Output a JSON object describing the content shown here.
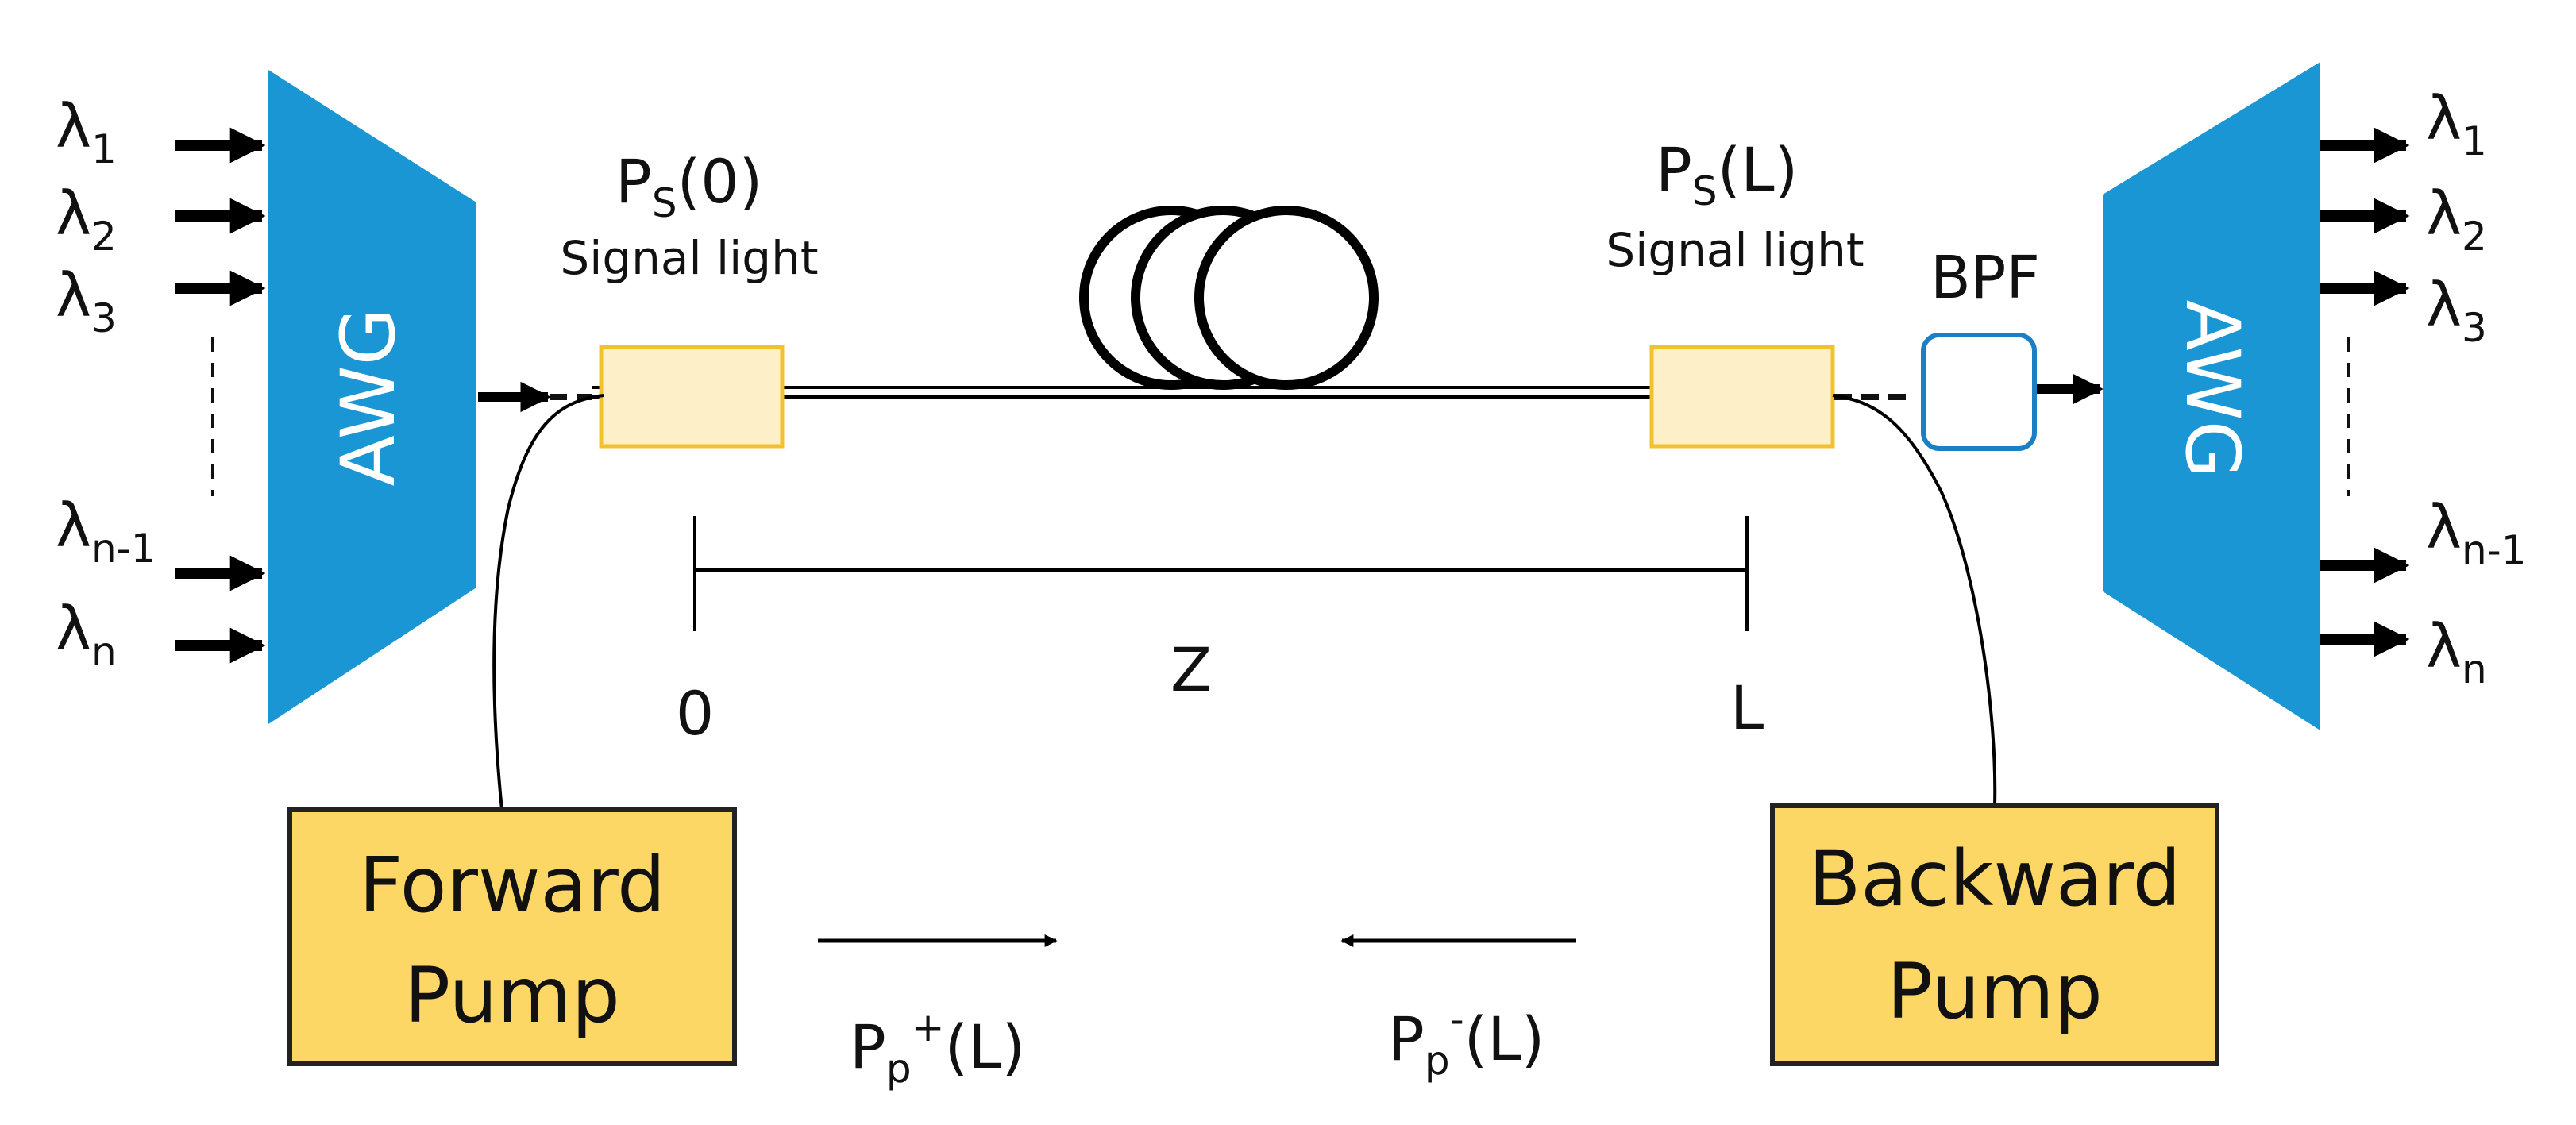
{
  "labels": {
    "lambda": "λ",
    "sub_1": "1",
    "sub_2": "2",
    "sub_3": "3",
    "sub_n_minus_1": "n-1",
    "sub_n": "n",
    "awg": "AWG",
    "p": "P",
    "sub_s": "S",
    "ps0_arg": "(0)",
    "psL_arg": "(L)",
    "signal_light": "Signal light",
    "bpf": "BPF",
    "z0": "0",
    "z": "Z",
    "zL": "L",
    "forward_pump_line1": "Forward",
    "forward_pump_line2": "Pump",
    "backward_pump_line1": "Backward",
    "backward_pump_line2": "Pump",
    "sub_p": "p",
    "sup_plus": "+",
    "sup_minus": "-",
    "pp_arg": "(L)"
  },
  "colors": {
    "awg_fill": "#1a96d4",
    "awg_text": "#ffffff",
    "coupler_fill": "#fdf0c8",
    "coupler_stroke": "#f2c12e",
    "pump_fill": "#fdd766",
    "pump_stroke": "#222222",
    "bpf_stroke": "#1a7fc4",
    "line": "#000000",
    "text": "#111111"
  }
}
